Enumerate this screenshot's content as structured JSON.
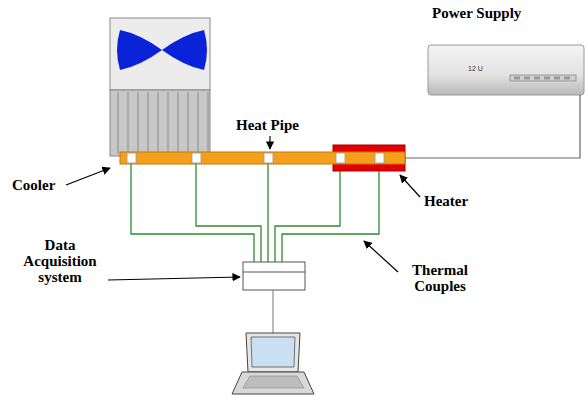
{
  "diagram": {
    "nodes": [
      {
        "text": [
          "Power Supply",
          "12 U"
        ]
      }
    ],
    "labels": [
      "Heat Pipe",
      "Cooler",
      "Heater",
      "Data Acquisition system",
      "Thermal Couples"
    ]
  }
}
